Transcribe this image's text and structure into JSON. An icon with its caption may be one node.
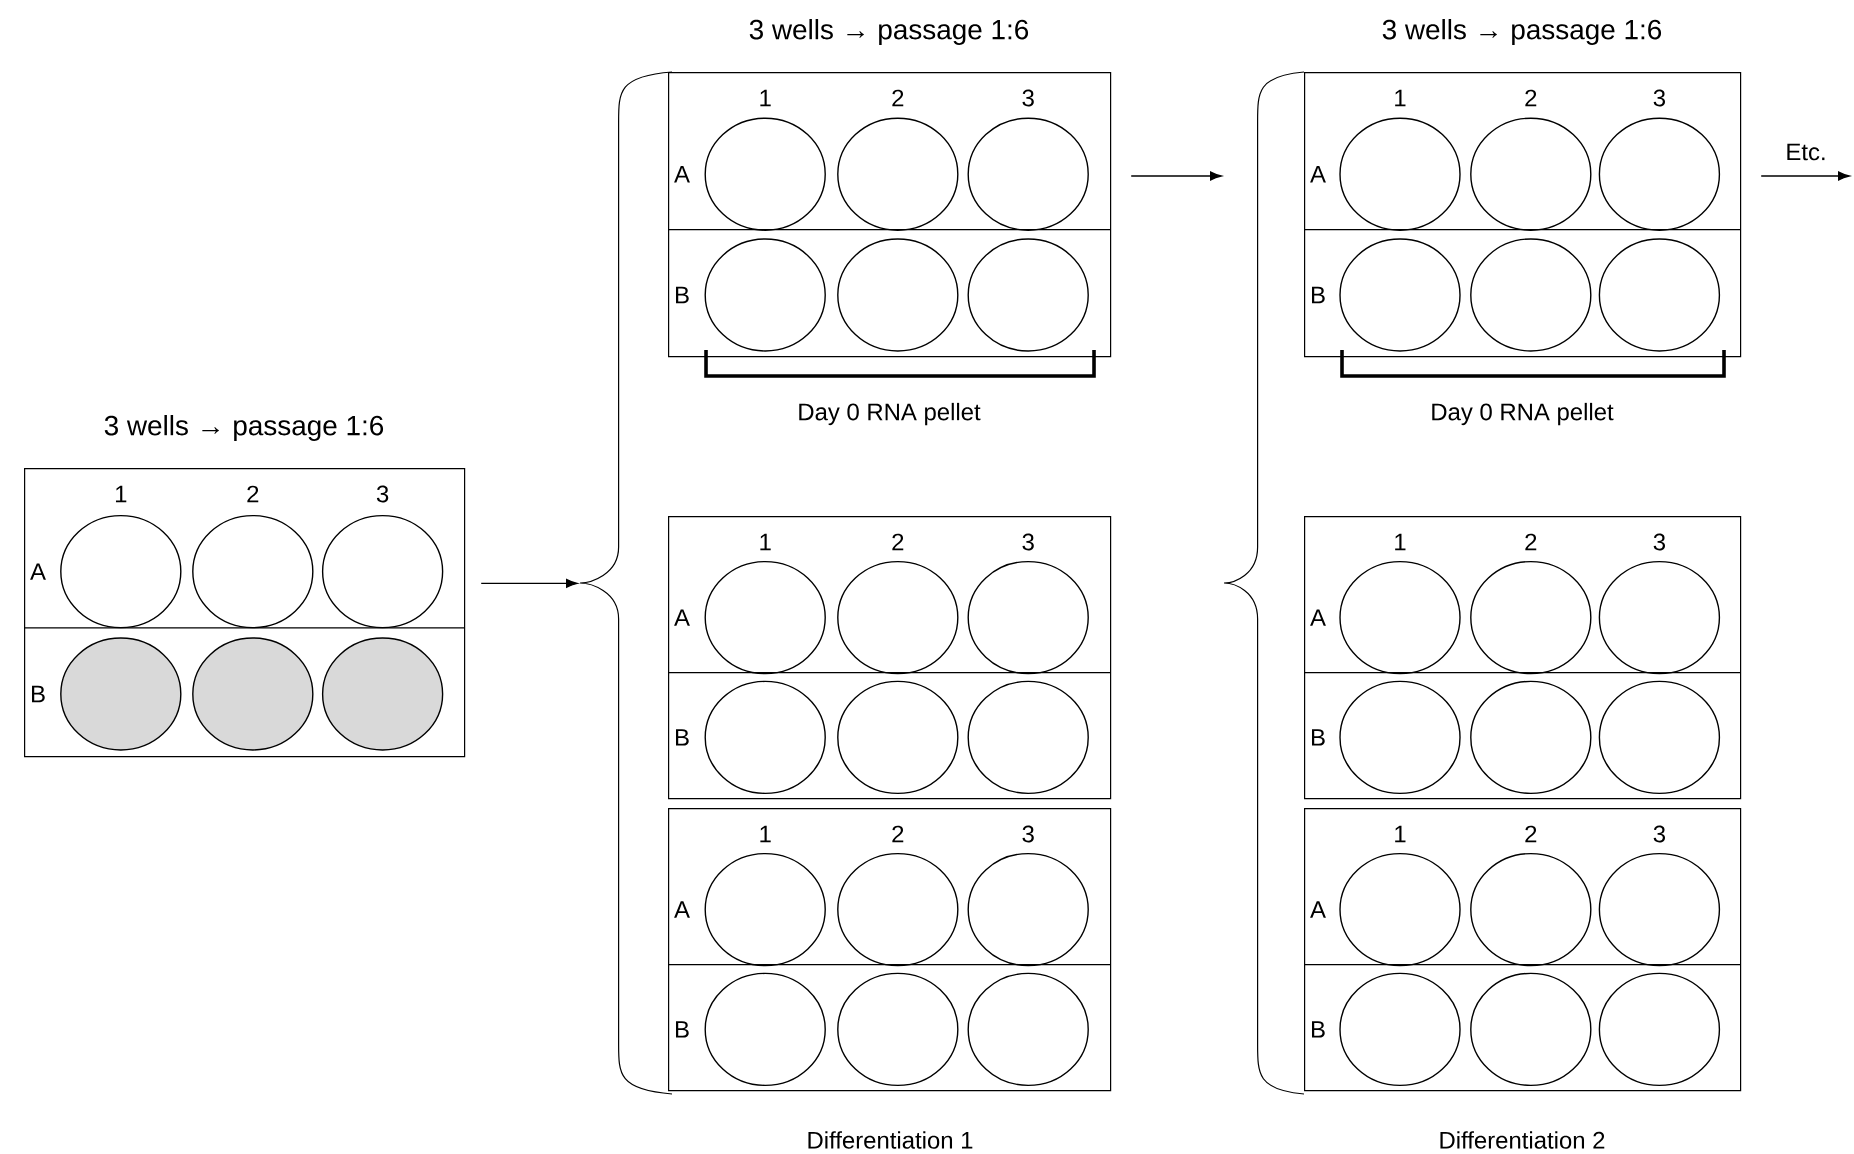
{
  "diagram": {
    "nodes": [
      {
        "text": [
          "3 wells → passage 1:6",
          "1",
          "2",
          "3",
          "A",
          "B"
        ]
      },
      {
        "text": [],
        "shape": "brace"
      },
      {
        "text": [
          "3 wells → passage 1:6",
          "1",
          "2",
          "3",
          "A",
          "B"
        ],
        "beside": [
          "Day 0 RNA pellet"
        ]
      },
      {
        "text": [
          "1",
          "2",
          "3",
          "A",
          "B"
        ]
      },
      {
        "text": [
          "1",
          "2",
          "3",
          "A",
          "B"
        ]
      },
      {
        "text": [],
        "shape": "brace"
      },
      {
        "text": [
          "3 wells → passage 1:6",
          "1",
          "2",
          "3",
          "A",
          "B"
        ],
        "beside": [
          "Day 0 RNA pellet"
        ]
      },
      {
        "text": [
          "1",
          "2",
          "3",
          "A",
          "B"
        ]
      },
      {
        "text": [
          "1",
          "2",
          "3",
          "A",
          "B"
        ]
      }
    ],
    "edges": [
      {
        "from": 0,
        "to": 1,
        "arrow": "to"
      },
      {
        "from": 2,
        "to": 5,
        "arrow": "to"
      },
      {
        "from": 6,
        "to": null,
        "arrow": "to",
        "label": "Etc."
      }
    ],
    "labels": [
      "Differentiation 1",
      "Differentiation 2"
    ]
  }
}
